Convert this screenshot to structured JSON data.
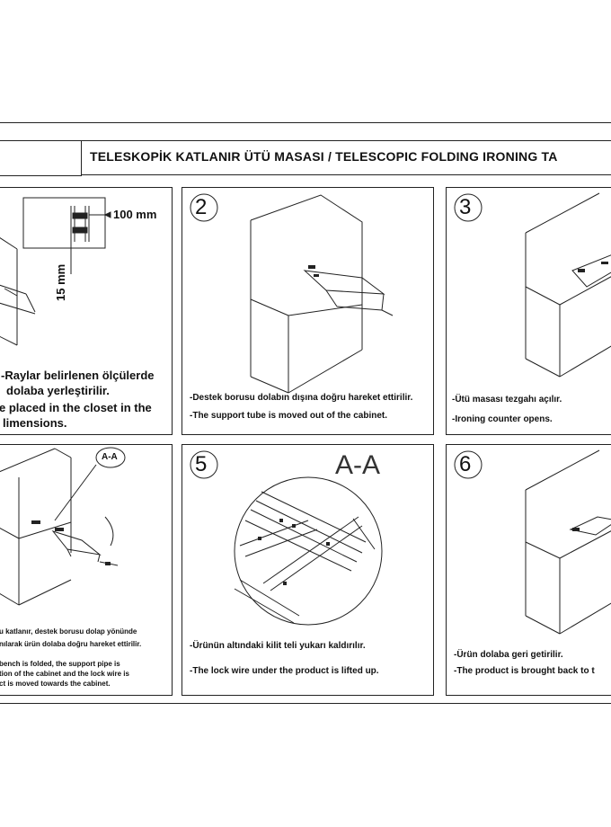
{
  "header": {
    "title": "TELESKOPİK KATLANIR ÜTÜ MASASI  /  TELESCOPIC FOLDING IRONING TA"
  },
  "steps": [
    {
      "number": "",
      "dim_width": "100 mm",
      "dim_height": "15 mm",
      "lines": [
        "-Raylar belirlenen ölçülerde",
        "dolaba yerleştirilir.",
        "e placed in the closet in the",
        "limensions."
      ]
    },
    {
      "number": "2",
      "lines": [
        "-Destek borusu dolabın dışına doğru hareket ettirilir.",
        "-The support tube is moved out of the cabinet."
      ]
    },
    {
      "number": "3",
      "lines": [
        "-Ütü masası tezgahı açılır.",
        "-Ironing counter opens."
      ]
    },
    {
      "number": "",
      "section_label": "A-A",
      "lines": [
        "u katlanır, destek borusu dolap yönünde",
        "nılarak ürün dolaba doğru hareket ettirilir.",
        "bench is folded, the support pipe is",
        "tion of the cabinet and the lock wire is",
        "ct is moved towards the cabinet."
      ]
    },
    {
      "number": "5",
      "section_label": "A-A",
      "lines": [
        "-Ürünün altındaki kilit teli yukarı kaldırılır.",
        "-The lock wire under the product is lifted up."
      ]
    },
    {
      "number": "6",
      "lines": [
        "-Ürün dolaba geri getirilir.",
        "-The product is brought back to t"
      ]
    }
  ]
}
